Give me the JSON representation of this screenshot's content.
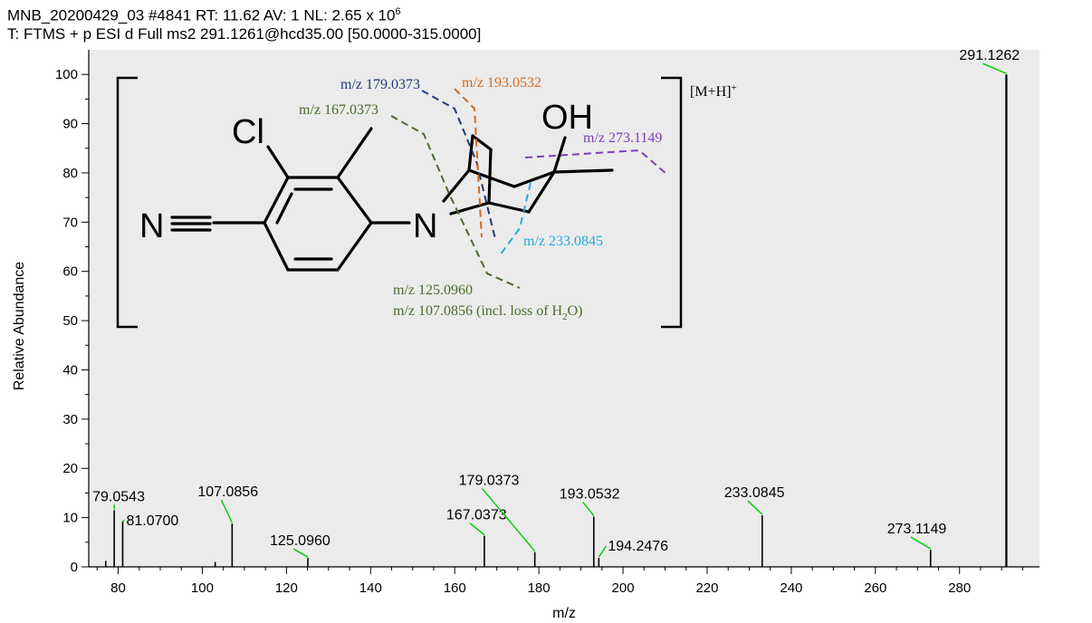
{
  "header": {
    "line1_pre": "MNB_20200429_03 #4841 RT: 11.62 AV: 1 NL: 2.65 x 10",
    "line1_sup": "6",
    "line2": "T: FTMS + p ESI d Full ms2 291.1261@hcd35.00 [50.0000-315.0000]"
  },
  "chart_data": {
    "type": "bar",
    "title": "",
    "xlabel": "m/z",
    "ylabel": "Relative Abundance",
    "xlim": [
      73,
      299
    ],
    "ylim": [
      0,
      105
    ],
    "xticks": [
      80,
      100,
      120,
      140,
      160,
      180,
      200,
      220,
      240,
      260,
      280
    ],
    "yticks": [
      0,
      10,
      20,
      30,
      40,
      50,
      60,
      70,
      80,
      90,
      100
    ],
    "grid": false,
    "legend": "none",
    "colors": {
      "peak": "#000000",
      "leader": "#00d000",
      "plot_bg": "#ebebeb"
    },
    "peaks": [
      {
        "mz": 77.04,
        "value": 1.2,
        "label": ""
      },
      {
        "mz": 79.0543,
        "value": 11.5,
        "label": "79.0543"
      },
      {
        "mz": 81.07,
        "value": 9.2,
        "label": "81.0700"
      },
      {
        "mz": 103.05,
        "value": 1.0,
        "label": ""
      },
      {
        "mz": 107.0856,
        "value": 8.8,
        "label": "107.0856"
      },
      {
        "mz": 125.096,
        "value": 1.8,
        "label": "125.0960"
      },
      {
        "mz": 167.0373,
        "value": 6.3,
        "label": "167.0373"
      },
      {
        "mz": 179.0373,
        "value": 3.0,
        "label": "179.0373"
      },
      {
        "mz": 193.0532,
        "value": 10.2,
        "label": "193.0532"
      },
      {
        "mz": 194.2476,
        "value": 1.8,
        "label": "194.2476"
      },
      {
        "mz": 233.0845,
        "value": 10.5,
        "label": "233.0845"
      },
      {
        "mz": 273.1149,
        "value": 3.5,
        "label": "273.1149"
      },
      {
        "mz": 291.1262,
        "value": 100,
        "label": "291.1262"
      }
    ]
  },
  "structure": {
    "atoms": {
      "cl": "Cl",
      "n_nitrile": "N",
      "n_ring": "N",
      "oh": "OH"
    },
    "bracket_label": "[M+H]",
    "bracket_sup": "+",
    "fragments": {
      "f179": {
        "text": "m/z 179.0373",
        "color": "#1f3a7a"
      },
      "f193": {
        "text": "m/z 193.0532",
        "color": "#d2691e"
      },
      "f167": {
        "text": "m/z 167.0373",
        "color": "#4a6b2e"
      },
      "f273": {
        "text": "m/z 273.1149",
        "color": "#7b3fb5"
      },
      "f233": {
        "text": "m/z 233.0845",
        "color": "#22aadd"
      },
      "f125": {
        "text": "m/z 125.0960",
        "color": "#4a6b2e"
      },
      "f107_pre": "m/z 107.0856 (incl. loss of H",
      "f107_sub": "2",
      "f107_post": "O)"
    }
  }
}
